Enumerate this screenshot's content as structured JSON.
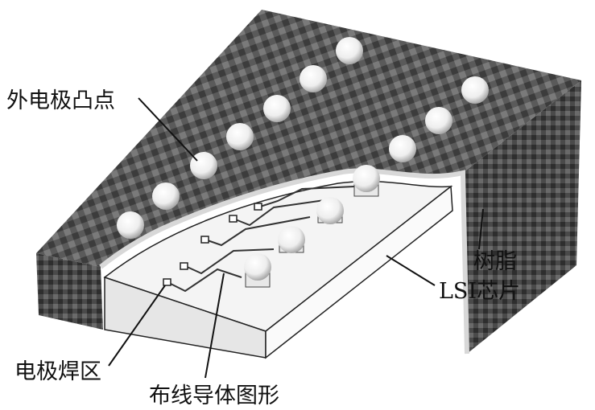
{
  "labels": {
    "bump": "外电极凸点",
    "resin": "树脂",
    "chip": "LSI芯片",
    "pad": "电极焊区",
    "wiring": "布线导体图形"
  },
  "colors": {
    "resin_dark": "#4a4a4a",
    "resin_light": "#8a8a8a",
    "chip": "#f2f2f2"
  }
}
